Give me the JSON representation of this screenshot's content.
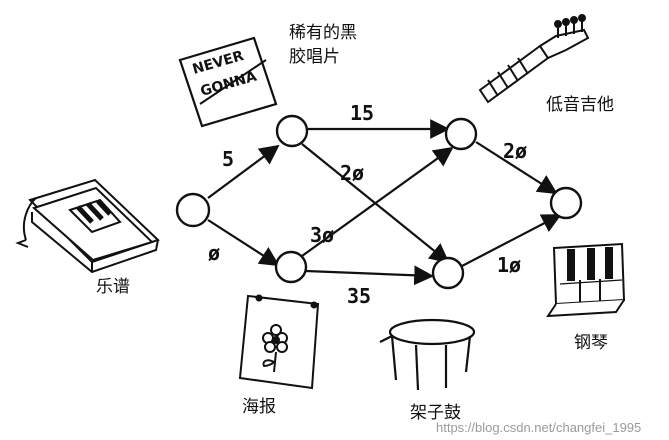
{
  "diagram": {
    "nodes": [
      {
        "id": "start",
        "label": "乐谱"
      },
      {
        "id": "n_top",
        "label": "稀有的黑胶唱片"
      },
      {
        "id": "n_bot",
        "label": "海报"
      },
      {
        "id": "n_mid_top",
        "label": "低音吉他"
      },
      {
        "id": "n_mid_bot",
        "label": "架子鼓"
      },
      {
        "id": "end",
        "label": "钢琴"
      }
    ],
    "edges": [
      {
        "from": "start",
        "to": "n_top",
        "weight": "5"
      },
      {
        "from": "start",
        "to": "n_bot",
        "weight": "ø"
      },
      {
        "from": "n_top",
        "to": "n_mid_top",
        "weight": "15"
      },
      {
        "from": "n_top",
        "to": "n_mid_bot",
        "weight": "2ø"
      },
      {
        "from": "n_bot",
        "to": "n_mid_top",
        "weight": "3ø"
      },
      {
        "from": "n_bot",
        "to": "n_mid_bot",
        "weight": "35"
      },
      {
        "from": "n_mid_top",
        "to": "end",
        "weight": "2ø"
      },
      {
        "from": "n_mid_bot",
        "to": "end",
        "weight": "1ø"
      }
    ],
    "captions": {
      "sheet_music": "乐谱",
      "vinyl_line1": "稀有的黑",
      "vinyl_line2": "胶唱片",
      "bass_guitar": "低音吉他",
      "poster": "海报",
      "drums": "架子鼓",
      "piano": "钢琴"
    },
    "vinyl_text": {
      "line1": "NEVER",
      "line2": "GONNA"
    },
    "watermark": "https://blog.csdn.net/changfei_1995"
  }
}
